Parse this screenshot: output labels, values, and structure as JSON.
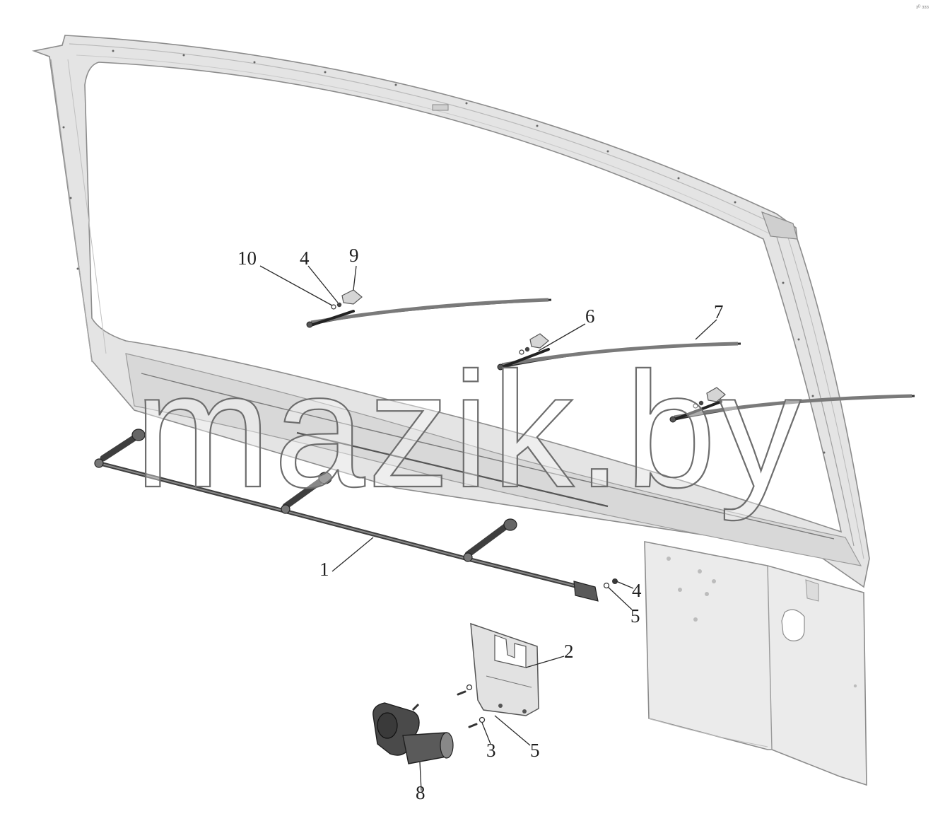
{
  "diagram": {
    "corner_tag": "ɜᴰ ɜɜɜ",
    "watermark": "mazik.by",
    "callouts": [
      {
        "id": "c10",
        "label": "10"
      },
      {
        "id": "c4a",
        "label": "4"
      },
      {
        "id": "c9",
        "label": "9"
      },
      {
        "id": "c6",
        "label": "6"
      },
      {
        "id": "c7",
        "label": "7"
      },
      {
        "id": "c1",
        "label": "1"
      },
      {
        "id": "c4b",
        "label": "4"
      },
      {
        "id": "c5a",
        "label": "5"
      },
      {
        "id": "c2",
        "label": "2"
      },
      {
        "id": "c3",
        "label": "3"
      },
      {
        "id": "c5b",
        "label": "5"
      },
      {
        "id": "c8",
        "label": "8"
      }
    ],
    "colors": {
      "frame_fill": "#e4e4e4",
      "frame_stroke": "#8c8c8c",
      "panel_fill": "#ebebeb",
      "part_dark": "#4a4a4a",
      "text": "#1e1e1e"
    }
  }
}
